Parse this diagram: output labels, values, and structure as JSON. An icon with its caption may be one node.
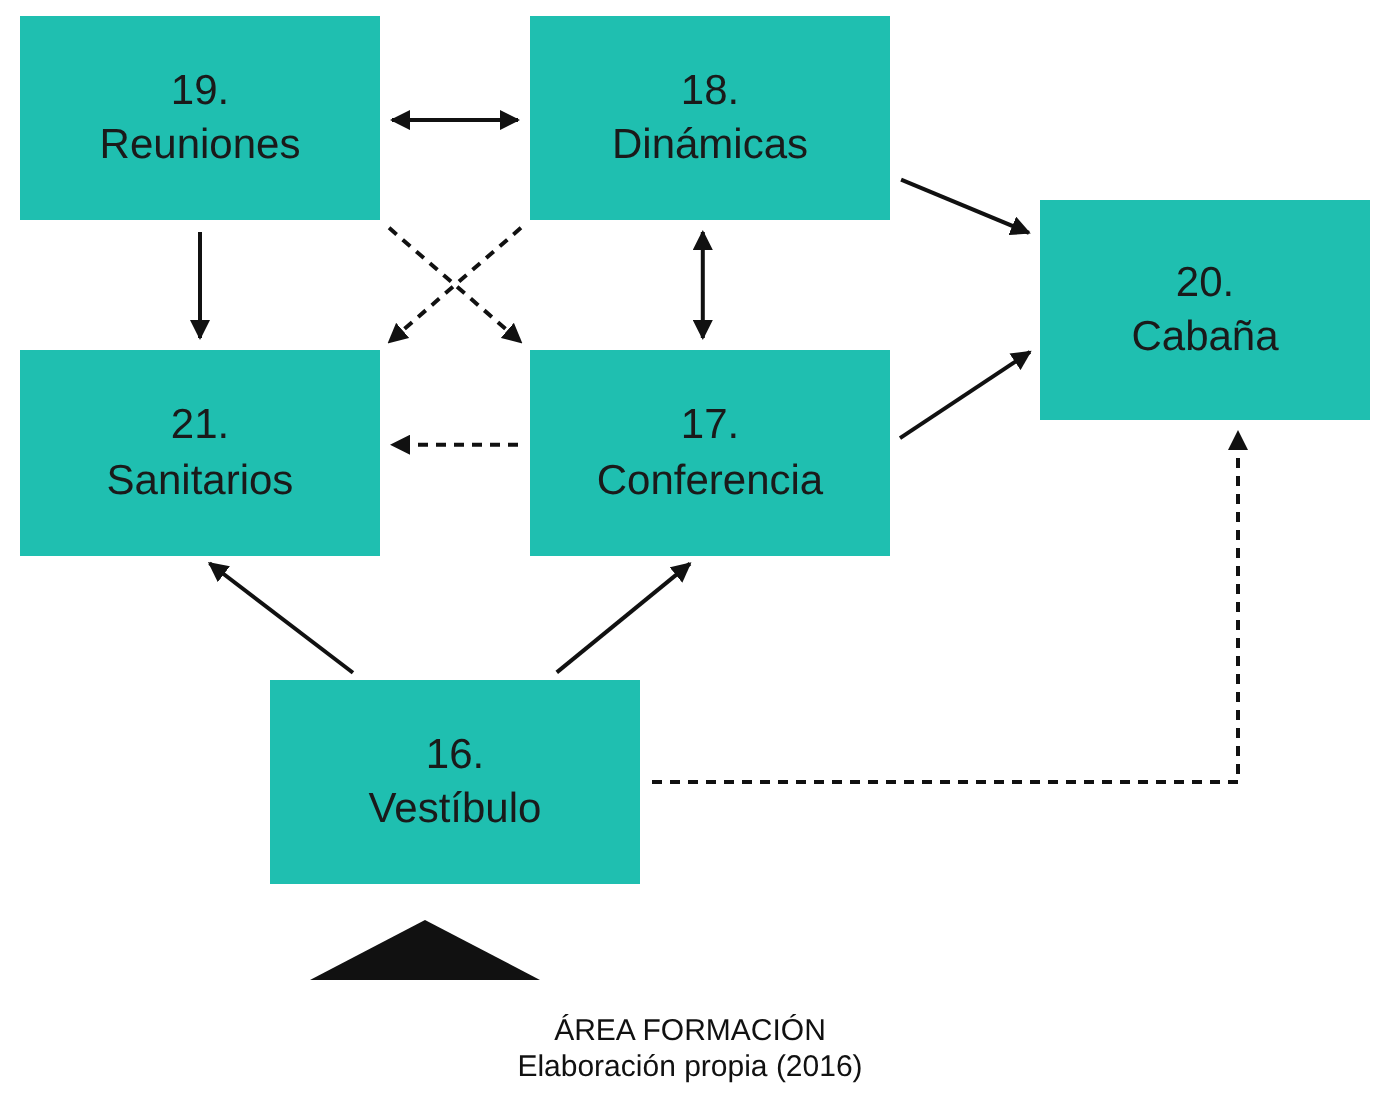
{
  "diagram": {
    "nodes": [
      {
        "text": [
          "19.",
          "Reuniones"
        ]
      },
      {
        "text": [
          "18.",
          "Dinámicas"
        ]
      },
      {
        "text": [
          "20.",
          "Cabaña"
        ]
      },
      {
        "text": [
          "21.",
          "Sanitarios"
        ]
      },
      {
        "text": [
          "17.",
          "Conferencia"
        ]
      },
      {
        "text": [
          "16.",
          "Vestíbulo"
        ]
      },
      {
        "text": [],
        "shape": "triangle"
      }
    ],
    "edges": [
      {
        "from": 0,
        "to": 1,
        "arrow": "both"
      },
      {
        "from": 1,
        "to": 2,
        "arrow": "to"
      },
      {
        "from": 0,
        "to": 3,
        "arrow": "to"
      },
      {
        "from": 0,
        "to": 4,
        "arrow": "to",
        "style": "dashed"
      },
      {
        "from": 1,
        "to": 3,
        "arrow": "to",
        "style": "dashed"
      },
      {
        "from": 1,
        "to": 4,
        "arrow": "both"
      },
      {
        "from": 4,
        "to": 3,
        "arrow": "to",
        "style": "dashed"
      },
      {
        "from": 4,
        "to": 2,
        "arrow": "to"
      },
      {
        "from": 5,
        "to": 3,
        "arrow": "to"
      },
      {
        "from": 5,
        "to": 4,
        "arrow": "to"
      },
      {
        "from": 5,
        "to": 2,
        "arrow": "to",
        "style": "dashed"
      }
    ],
    "labels": [
      "ÁREA FORMACIÓN",
      "Elaboración propia (2016)"
    ]
  }
}
